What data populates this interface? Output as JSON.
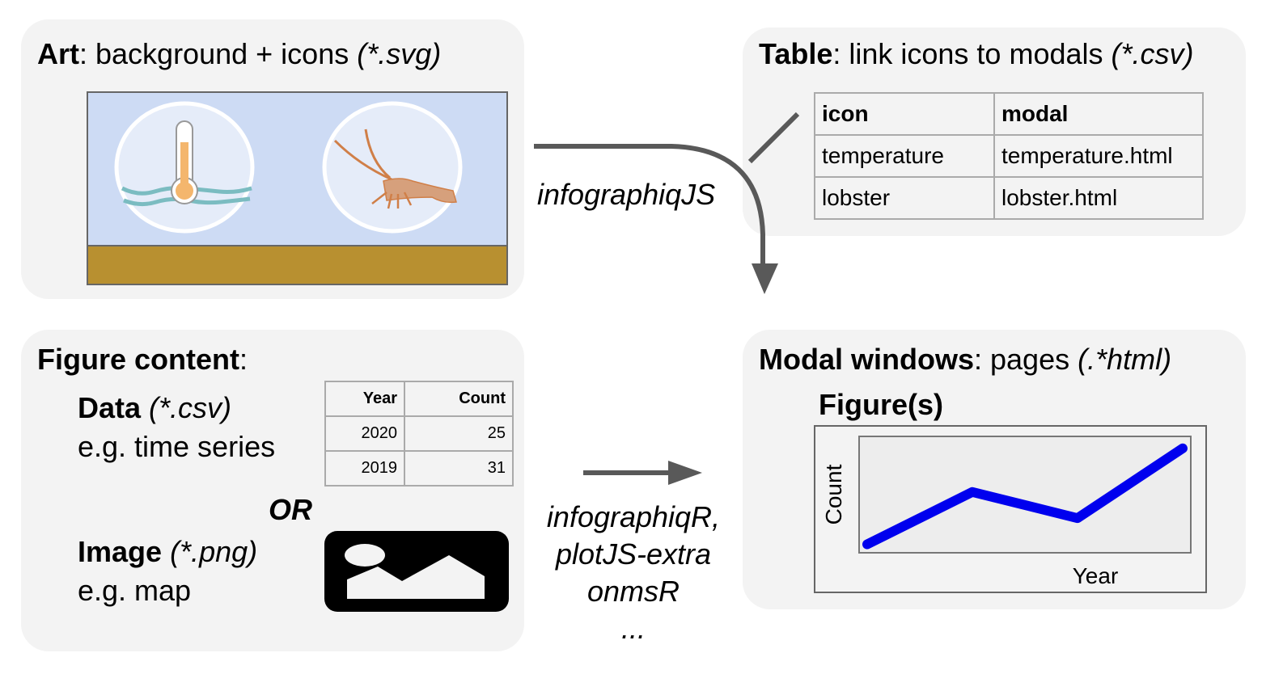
{
  "art_panel": {
    "title_bold": "Art",
    "title_rest": ": background + icons ",
    "title_ext": "(*.svg)",
    "colors": {
      "water": "#cddbf4",
      "sediment": "#b89030",
      "icon_bg": "#e5ecf9",
      "thermo_fill": "#f4b66d",
      "waves": "#7bbcc1",
      "lobster": "#d6a07c"
    },
    "icons": [
      "thermometer-waves-icon",
      "lobster-icon"
    ]
  },
  "table_panel": {
    "title_bold": "Table",
    "title_rest": ": link icons to modals ",
    "title_ext": "(*.csv)",
    "headers": [
      "icon",
      "modal"
    ],
    "rows": [
      [
        "temperature",
        "temperature.html"
      ],
      [
        "lobster",
        "lobster.html"
      ]
    ]
  },
  "connector_labels": {
    "top": "infographiqJS",
    "bottom_lines": [
      "infographiqR,",
      "plotJS-extra",
      "onmsR",
      "..."
    ]
  },
  "figure_panel": {
    "title_bold": "Figure content",
    "title_rest": ":",
    "data_label_bold": "Data",
    "data_label_ext": "(*.csv)",
    "data_example": "e.g. time series",
    "or_label": "OR",
    "image_label_bold": "Image",
    "image_label_ext": "(*.png)",
    "image_example": "e.g. map",
    "data_table": {
      "headers": [
        "Year",
        "Count"
      ],
      "rows": [
        [
          "2020",
          "25"
        ],
        [
          "2019",
          "31"
        ]
      ]
    }
  },
  "modal_panel": {
    "title_bold": "Modal windows",
    "title_rest": ": pages ",
    "title_ext": "(.*html)",
    "figure_heading": "Figure(s)"
  },
  "chart_data": {
    "type": "line",
    "title": "",
    "xlabel": "Year",
    "ylabel": "Count",
    "x": [
      1,
      2,
      3,
      4
    ],
    "series": [
      {
        "name": "Count",
        "values": [
          1,
          4,
          2.5,
          6.5
        ],
        "color": "#0000ee"
      }
    ],
    "ylim": [
      0.7,
      7
    ],
    "xlim": [
      1,
      4
    ],
    "grid": false,
    "ticks_shown": false
  }
}
